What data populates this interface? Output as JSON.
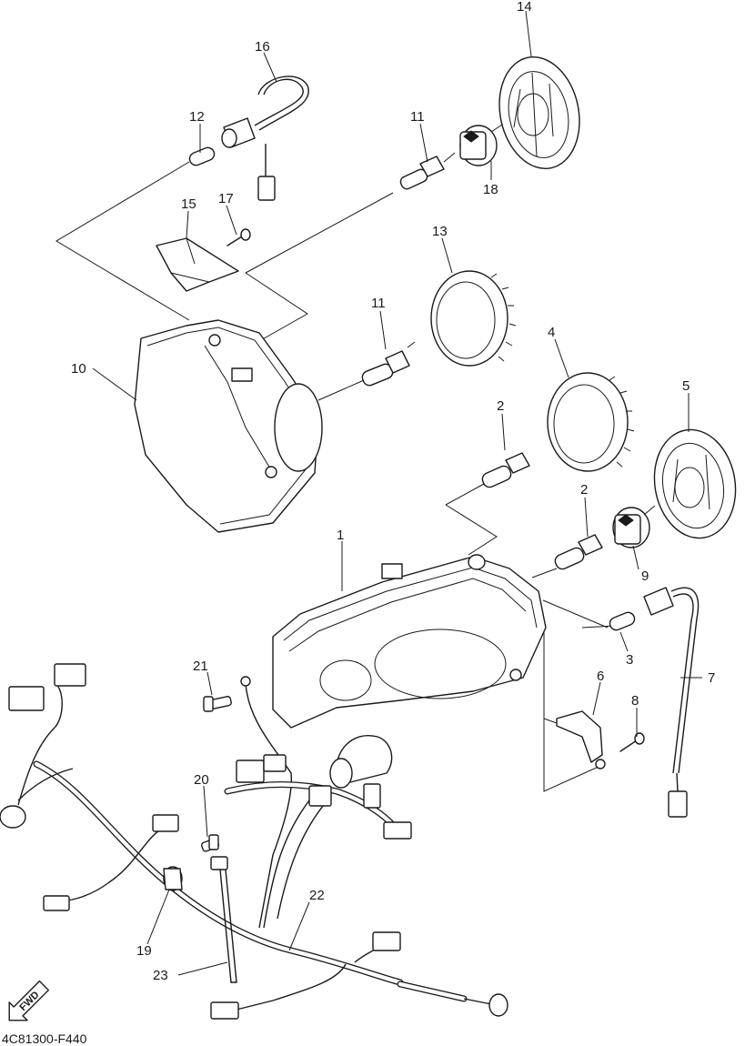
{
  "labels": {
    "p1": "1",
    "p2a": "2",
    "p2b": "2",
    "p3": "3",
    "p4": "4",
    "p5": "5",
    "p6": "6",
    "p7": "7",
    "p8": "8",
    "p9": "9",
    "p10": "10",
    "p11a": "11",
    "p11b": "11",
    "p12": "12",
    "p13": "13",
    "p14": "14",
    "p15": "15",
    "p16": "16",
    "p17": "17",
    "p18": "18",
    "p19": "19",
    "p20": "20",
    "p21": "21",
    "p22": "22",
    "p23": "23"
  },
  "fwd_label": "FWD",
  "diagram_code": "4C81300-F440"
}
